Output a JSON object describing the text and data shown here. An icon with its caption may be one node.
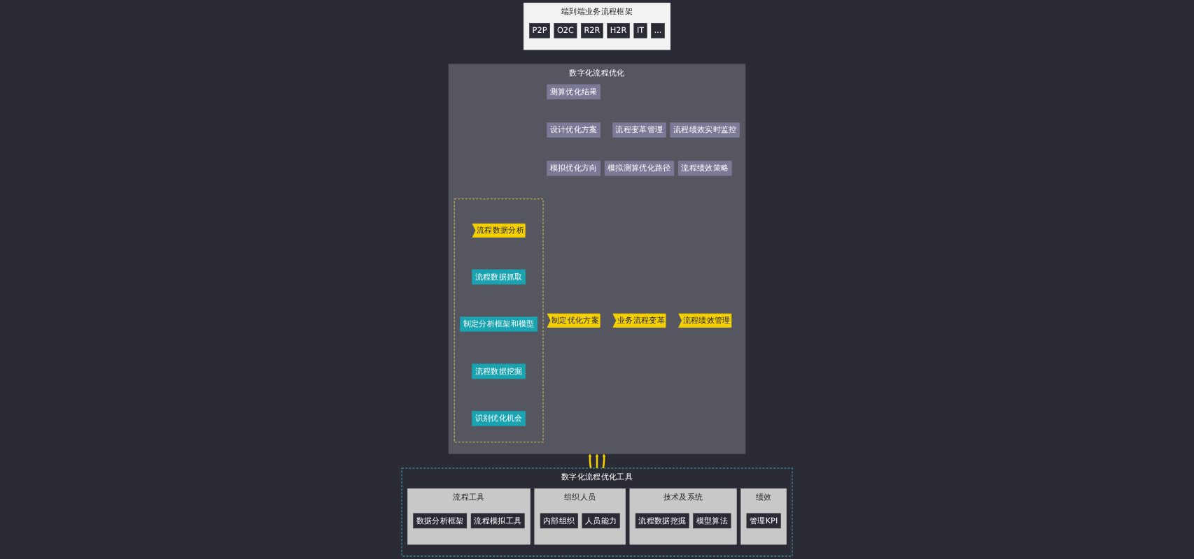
{
  "diagram": {
    "nodes": [
      {
        "text": [
          "端到端业务流程框架"
        ]
      },
      {
        "text": [
          "P2P"
        ],
        "in": 0
      },
      {
        "text": [
          "O2C"
        ],
        "in": 0
      },
      {
        "text": [
          "R2R"
        ],
        "in": 0
      },
      {
        "text": [
          "H2R"
        ],
        "in": 0
      },
      {
        "text": [
          "IT"
        ],
        "in": 0
      },
      {
        "text": [
          "..."
        ],
        "in": 0
      },
      {
        "text": [
          "数字化流程优化"
        ]
      },
      {
        "text": [],
        "shape": "box",
        "in": 7
      },
      {
        "text": [
          "流程数据分析"
        ],
        "in": 8
      },
      {
        "text": [
          "流程数据抓取"
        ],
        "in": 8
      },
      {
        "text": [
          "制定分析框架和模型"
        ],
        "in": 8
      },
      {
        "text": [
          "流程数据挖掘"
        ],
        "in": 8
      },
      {
        "text": [
          "识别优化机会"
        ],
        "in": 8
      },
      {
        "text": [
          "制定优化方案"
        ],
        "in": 7
      },
      {
        "text": [
          "模拟优化方向"
        ],
        "in": 7
      },
      {
        "text": [
          "设计优化方案"
        ],
        "in": 7
      },
      {
        "text": [
          "测算优化结果"
        ],
        "in": 7
      },
      {
        "text": [
          "业务流程变革"
        ],
        "in": 7
      },
      {
        "text": [
          "模拟测算优化路径"
        ],
        "in": 7
      },
      {
        "text": [
          "流程变革管理"
        ],
        "in": 7
      },
      {
        "text": [
          "流程绩效管理"
        ],
        "in": 7
      },
      {
        "text": [
          "流程绩效策略"
        ],
        "in": 7
      },
      {
        "text": [
          "流程绩效实时监控"
        ],
        "in": 7
      },
      {
        "text": [
          "数字化流程优化工具"
        ]
      },
      {
        "text": [
          "流程工具"
        ],
        "in": 24
      },
      {
        "text": [
          "数据分析框架"
        ],
        "in": 25
      },
      {
        "text": [
          "流程模拟工具"
        ],
        "in": 25
      },
      {
        "text": [
          "组织人员"
        ],
        "in": 24
      },
      {
        "text": [
          "内部组织"
        ],
        "in": 28
      },
      {
        "text": [
          "人员能力"
        ],
        "in": 28
      },
      {
        "text": [
          "技术及系统"
        ],
        "in": 24
      },
      {
        "text": [
          "流程数据挖掘"
        ],
        "in": 31
      },
      {
        "text": [
          "模型算法"
        ],
        "in": 31
      },
      {
        "text": [
          "绩效"
        ],
        "in": 24
      },
      {
        "text": [
          "管理KPI"
        ],
        "in": 34
      }
    ],
    "edges": [
      {
        "from": 24,
        "to": 7,
        "arrow": "to"
      },
      {
        "from": 24,
        "to": 7,
        "arrow": "to"
      },
      {
        "from": 24,
        "to": 7,
        "arrow": "to"
      }
    ]
  }
}
